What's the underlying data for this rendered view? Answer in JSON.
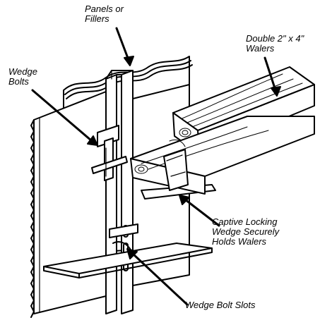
{
  "labels": {
    "panels": [
      "Panels or",
      "Fillers"
    ],
    "wedge_bolts": [
      "Wedge",
      "Bolts"
    ],
    "walers": [
      "Double 2\" x 4\"",
      "Walers"
    ],
    "captive": [
      "Captive Locking",
      "Wedge Securely",
      "Holds Walers"
    ],
    "slots": [
      "Wedge Bolt Slots"
    ]
  }
}
